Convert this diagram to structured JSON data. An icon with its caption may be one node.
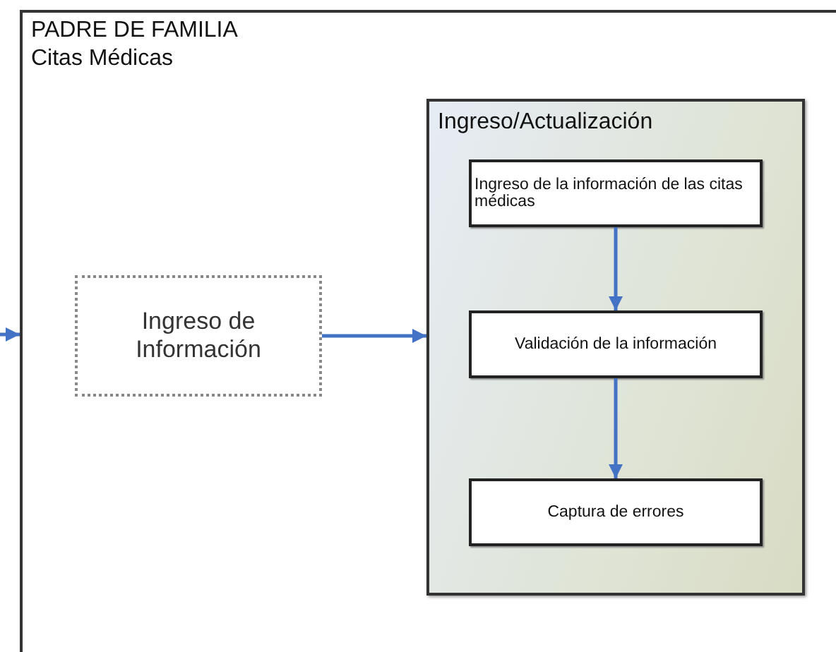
{
  "diagram": {
    "nodes": [
      {
        "text": [
          "PADRE DE FAMILIA",
          "Citas Médicas"
        ]
      },
      {
        "text": [
          "Ingreso de Información"
        ],
        "in": 0
      },
      {
        "text": [
          "Ingreso/Actualización"
        ],
        "in": 0
      },
      {
        "text": [
          "Ingreso de la información de las citas médicas"
        ],
        "in": 2
      },
      {
        "text": [
          "Validación de la información"
        ],
        "in": 2
      },
      {
        "text": [
          "Captura de errores"
        ],
        "in": 2
      }
    ],
    "edges": [
      {
        "from": null,
        "to": 0,
        "arrow": "to"
      },
      {
        "from": 1,
        "to": 2,
        "arrow": "to"
      },
      {
        "from": 3,
        "to": 4,
        "arrow": "to"
      },
      {
        "from": 4,
        "to": 5,
        "arrow": "to"
      }
    ]
  }
}
